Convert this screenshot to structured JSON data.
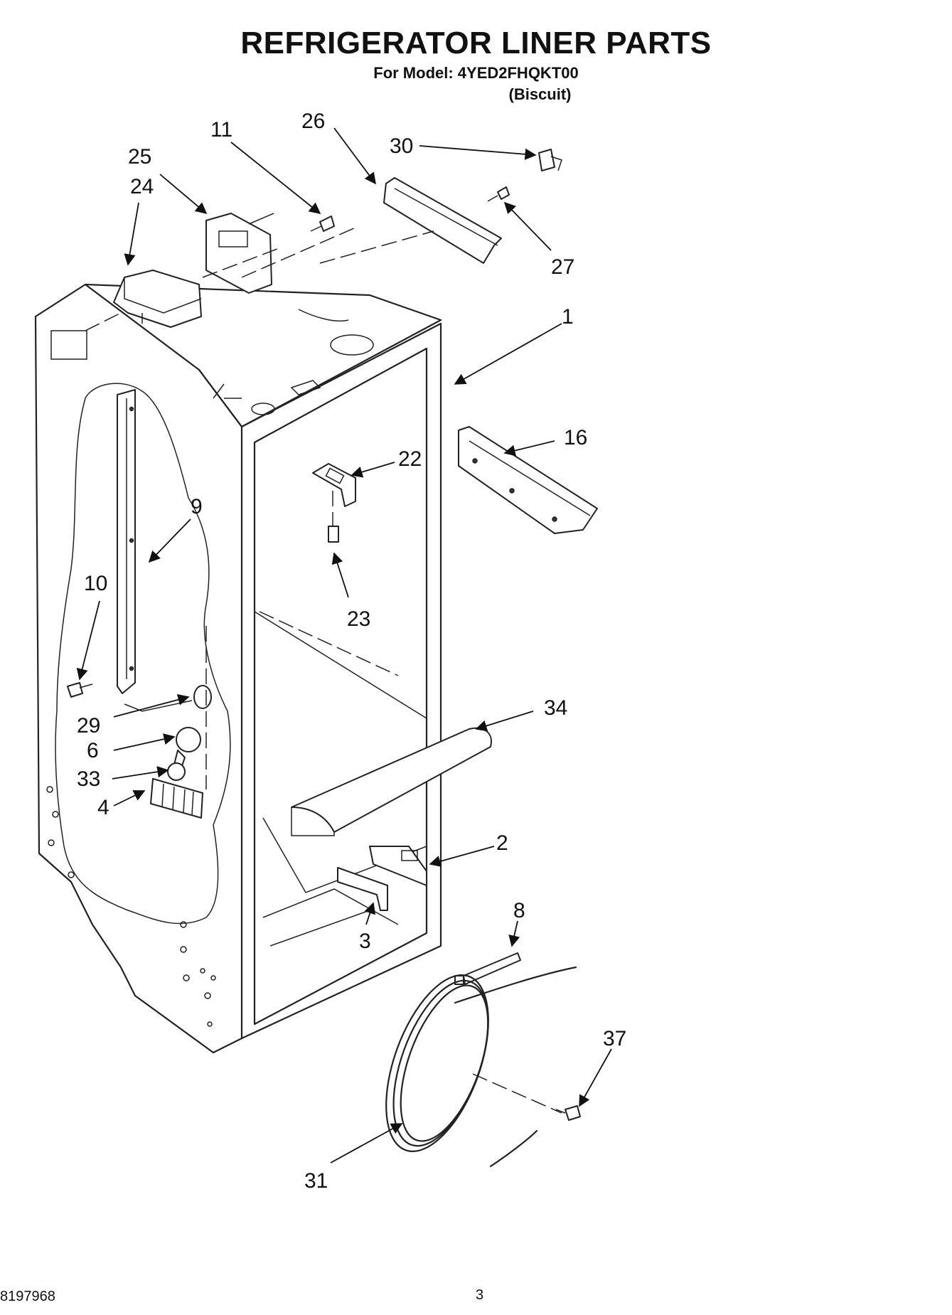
{
  "header": {
    "title": "REFRIGERATOR LINER PARTS",
    "model_line": "For Model: 4YED2FHQKT00",
    "color_line": "(Biscuit)"
  },
  "callouts": {
    "c1": "1",
    "c2": "2",
    "c3": "3",
    "c4": "4",
    "c6": "6",
    "c8": "8",
    "c9": "9",
    "c10": "10",
    "c11": "11",
    "c16": "16",
    "c22": "22",
    "c23": "23",
    "c24": "24",
    "c25": "25",
    "c26": "26",
    "c27": "27",
    "c29": "29",
    "c30": "30",
    "c31": "31",
    "c33": "33",
    "c34": "34",
    "c37": "37"
  },
  "footer": {
    "doc_number": "8197968",
    "page_number": "3"
  }
}
